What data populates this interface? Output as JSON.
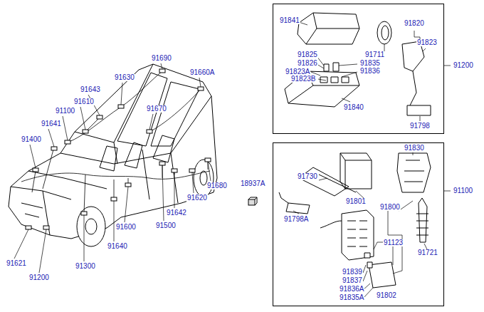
{
  "diagram": {
    "nodes": [
      {
        "text": [
          "91200",
          "91841",
          "91711",
          "91820",
          "91823",
          "91825",
          "91826",
          "91835",
          "91836",
          "91823A",
          "91823B",
          "91840",
          "91798"
        ]
      },
      {
        "text": [
          "91100",
          "91830",
          "91730",
          "91801",
          "91800",
          "91798A",
          "91123",
          "91721",
          "91839",
          "91837",
          "91836A",
          "91835A",
          "91802"
        ]
      }
    ],
    "edges": [],
    "labels": [
      "91690",
      "91660A",
      "91630",
      "91643",
      "91610",
      "91100",
      "91670",
      "91641",
      "91400",
      "91621",
      "91200",
      "91300",
      "91640",
      "91600",
      "91500",
      "91642",
      "91620",
      "91680",
      "18937A"
    ]
  }
}
